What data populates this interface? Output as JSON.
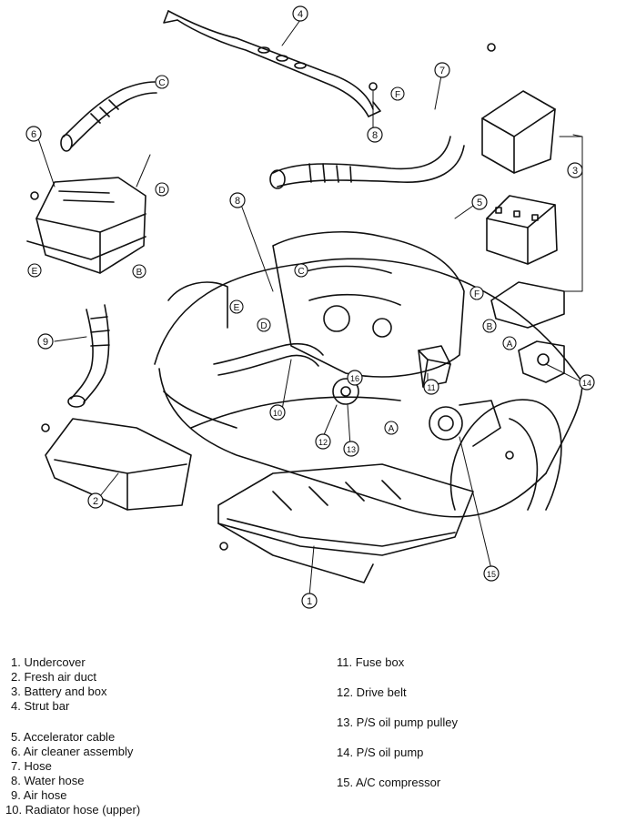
{
  "legend": {
    "left_group_1": [
      "1. Undercover",
      "2. Fresh air duct",
      "3. Battery and box",
      "4. Strut bar"
    ],
    "left_group_2": [
      "5. Accelerator cable",
      "6. Air cleaner assembly",
      "7. Hose",
      "8. Water hose",
      "9. Air hose",
      "10. Radiator hose (upper)"
    ],
    "right": [
      "11. Fuse box",
      "12. Drive belt",
      "13. P/S oil pump pulley",
      "14. P/S oil pump",
      "15. A/C compressor"
    ]
  },
  "callouts": {
    "c1": "1",
    "c2": "2",
    "c3": "3",
    "c4": "4",
    "c5": "5",
    "c6": "6",
    "c7": "7",
    "c8a": "8",
    "c8b": "8",
    "c9": "9",
    "c10": "10",
    "c11": "11",
    "c12": "12",
    "c13": "13",
    "c14": "14",
    "c15": "15",
    "c16": "16"
  },
  "letters": {
    "A1": "A",
    "A2": "A",
    "B1": "B",
    "B2": "B",
    "C1": "C",
    "C2": "C",
    "D1": "D",
    "D2": "D",
    "E1": "E",
    "E2": "E",
    "F1": "F",
    "F2": "F"
  }
}
